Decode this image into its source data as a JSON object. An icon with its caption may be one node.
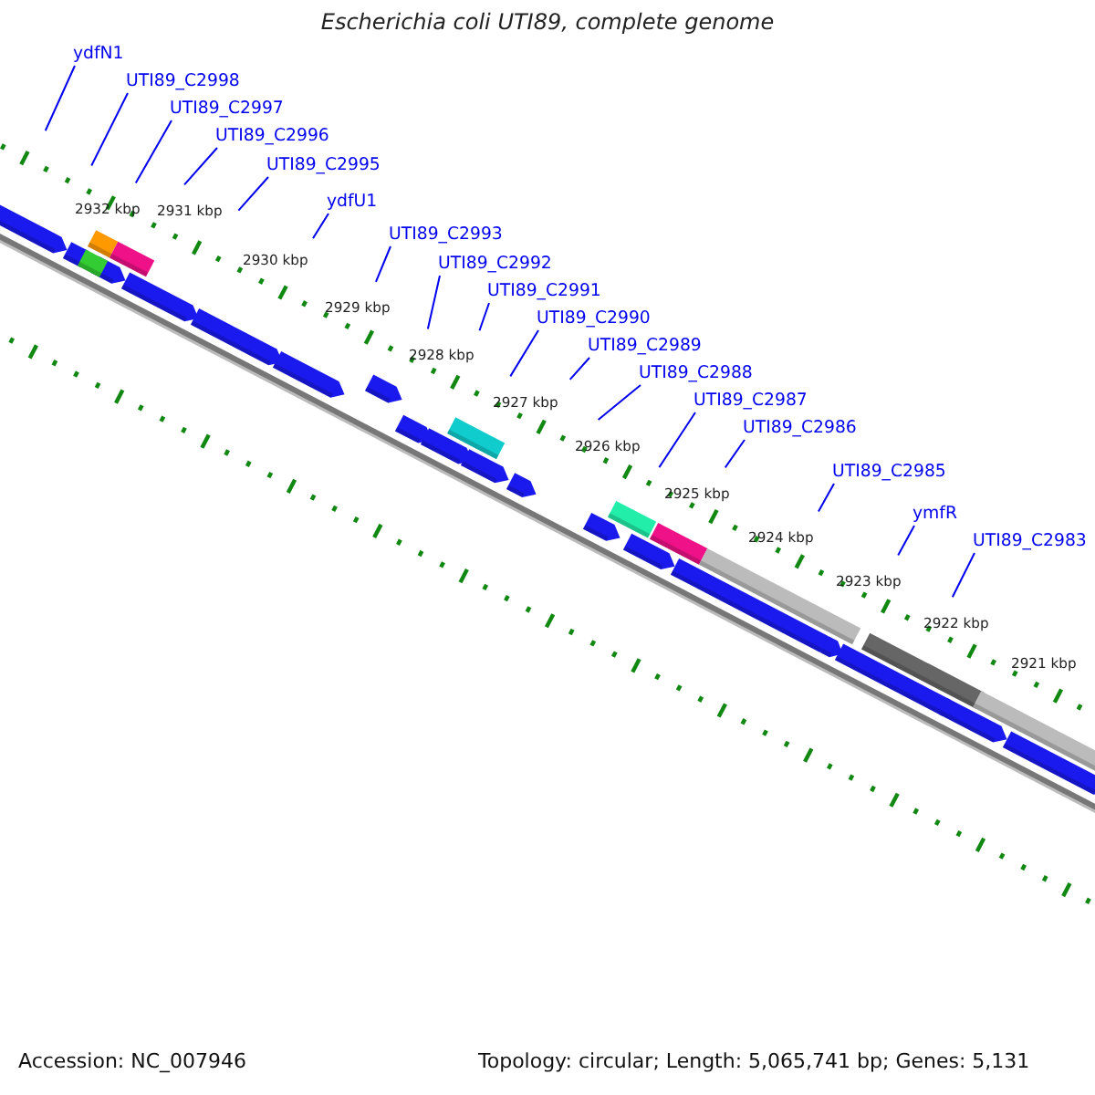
{
  "diagram": {
    "title": "Escherichia coli UTI89, complete genome",
    "nodes": [
      {
        "text": [
          "ydfN1"
        ]
      },
      {
        "text": [
          "UTI89_C2998"
        ]
      },
      {
        "text": [
          "UTI89_C2997"
        ]
      },
      {
        "text": [
          "UTI89_C2996"
        ]
      },
      {
        "text": [
          "UTI89_C2995"
        ]
      },
      {
        "text": [
          "ydfU1"
        ]
      },
      {
        "text": [
          "UTI89_C2993"
        ]
      },
      {
        "text": [
          "UTI89_C2992"
        ]
      },
      {
        "text": [
          "UTI89_C2991"
        ]
      },
      {
        "text": [
          "UTI89_C2990"
        ]
      },
      {
        "text": [
          "UTI89_C2989"
        ]
      },
      {
        "text": [
          "UTI89_C2988"
        ]
      },
      {
        "text": [
          "UTI89_C2987"
        ]
      },
      {
        "text": [
          "UTI89_C2986"
        ]
      },
      {
        "text": [
          "UTI89_C2985"
        ]
      },
      {
        "text": [
          "ymfR"
        ]
      },
      {
        "text": [
          "UTI89_C2983"
        ]
      }
    ],
    "edges": [
      {
        "from": 0,
        "to": null,
        "arrow": "none"
      },
      {
        "from": 1,
        "to": null,
        "arrow": "none"
      },
      {
        "from": 2,
        "to": null,
        "arrow": "none"
      },
      {
        "from": 3,
        "to": null,
        "arrow": "none"
      },
      {
        "from": 4,
        "to": null,
        "arrow": "none"
      },
      {
        "from": 5,
        "to": null,
        "arrow": "none"
      },
      {
        "from": 6,
        "to": null,
        "arrow": "none"
      },
      {
        "from": 7,
        "to": null,
        "arrow": "none"
      },
      {
        "from": 8,
        "to": null,
        "arrow": "none"
      },
      {
        "from": 9,
        "to": null,
        "arrow": "none"
      },
      {
        "from": 10,
        "to": null,
        "arrow": "none"
      },
      {
        "from": 11,
        "to": null,
        "arrow": "none"
      },
      {
        "from": 12,
        "to": null,
        "arrow": "none"
      },
      {
        "from": 13,
        "to": null,
        "arrow": "none"
      },
      {
        "from": 14,
        "to": null,
        "arrow": "none"
      },
      {
        "from": 15,
        "to": null,
        "arrow": "none"
      },
      {
        "from": 16,
        "to": null,
        "arrow": "none"
      }
    ],
    "labels": [
      "2932 kbp",
      "2931 kbp",
      "2930 kbp",
      "2929 kbp",
      "2928 kbp",
      "2927 kbp",
      "2926 kbp",
      "2925 kbp",
      "2924 kbp",
      "2923 kbp",
      "2922 kbp",
      "2921 kbp",
      "Accession: NC_007946",
      "Topology: circular; Length: 5,065,741 bp; Genes: 5,131"
    ]
  }
}
